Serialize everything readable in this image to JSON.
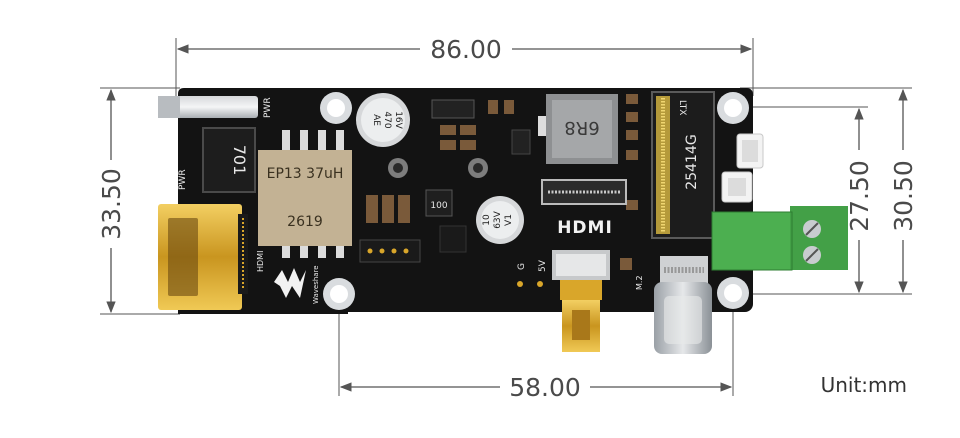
{
  "dimensions": {
    "overall_width": "86.00",
    "hole_pitch_horizontal": "58.00",
    "board_height": "33.50",
    "hole_pitch_vertical": "27.50",
    "overall_height_with_connector": "30.50",
    "unit": "Unit:mm"
  },
  "board_markings": {
    "pwr_top": "PWR",
    "pwr_side": "PWR",
    "hdmi_side": "HDMI",
    "inductor_top_text": "EP13 37uH",
    "inductor_bottom_text": "2619",
    "small_inductor_text": "701",
    "cap1_lines": [
      "16V",
      "470",
      "AE"
    ],
    "cap2_lines": [
      "10",
      "63V",
      "V1"
    ],
    "inductor2_text": "6R8",
    "hdmi_logo": "HDMI",
    "m2_slot_text": "25414G",
    "m2_brand": "LTX",
    "resistor_100": "100",
    "brand": "Waveshare",
    "pin_g": "G",
    "pin_5v": "5V",
    "m2_label": "M.2"
  },
  "colors": {
    "board": "#121212",
    "dimension_lines": "#555555",
    "terminal_block": "#4caf50",
    "gold": "#d9a62a"
  }
}
